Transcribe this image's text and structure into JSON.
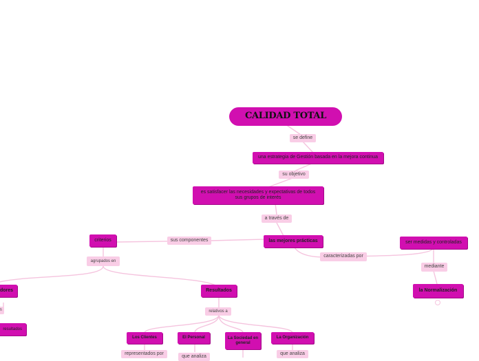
{
  "title": "CALIDAD TOTAL",
  "nodes": {
    "se_define": "se define",
    "estrategia": "una estrategia de Gestión basada en la mejora continua",
    "su_objetivo": "su objetivo",
    "satisfacer": "es satisfacer las necesidades y expectativas de todos sus grupos de interés",
    "a_traves_de": "a través de",
    "mejores_practicas": "las mejores prácticas",
    "sus_componentes": "sus componentes",
    "criterios": "criterios",
    "agrupados_en": "agrupados en",
    "dores": "dores",
    "en": "n",
    "resultados_left": "resultados",
    "resultados": "Resultados",
    "relativos_a": "relativos a",
    "los_clientes": "Los Clientes",
    "el_personal": "El Personal",
    "la_sociedad": "La Sociedad en general",
    "la_organizacion": "La Organización",
    "representados_por": "representados por",
    "que_analiza_1": "que analiza",
    "que_analiza_2": "que analiza",
    "caracterizadas_por": "caracterizadas por",
    "medidas": "ser medidas y controladas",
    "mediante": "mediante",
    "normalizacion": "la Normalización"
  },
  "colors": {
    "node": "#d10fb0",
    "label": "#f9cde6",
    "line": "#f5b8d8"
  }
}
